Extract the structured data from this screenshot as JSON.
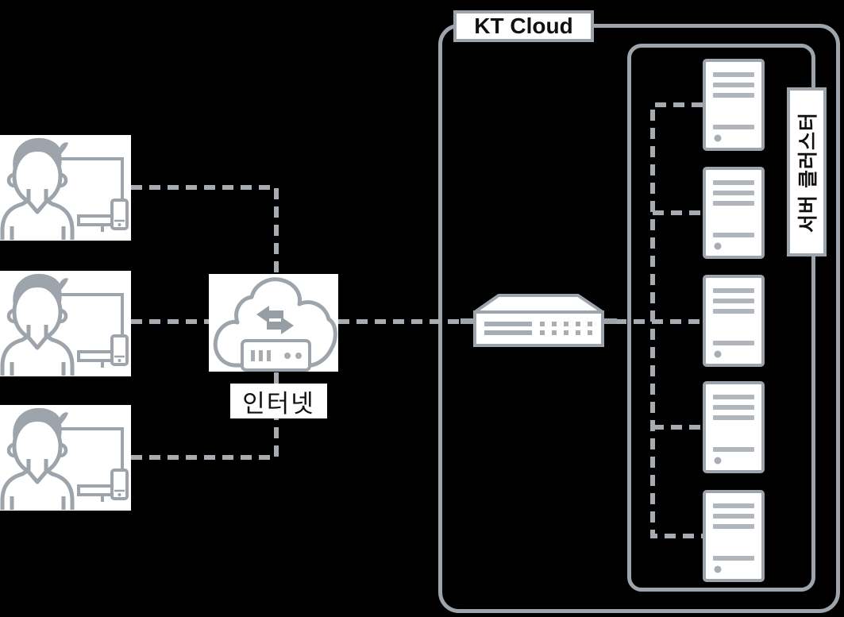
{
  "diagram": {
    "kt_cloud_label": "KT Cloud",
    "internet_label": "인터넷",
    "server_cluster_label": "서버 클러스터",
    "nodes": {
      "user_count": 3,
      "server_count": 5,
      "user_icon": "user-with-device-icon",
      "internet_icon": "cloud-network-icon",
      "gateway_icon": "network-switch-icon",
      "server_icon": "server-icon"
    },
    "colors": {
      "background": "#000000",
      "outline": "#9da4ab",
      "dash": "#a6acb2",
      "node_fill": "#ffffff",
      "detail_fill": "#a9afb5",
      "arrow_fill": "#969da4",
      "text": "#111111"
    }
  }
}
